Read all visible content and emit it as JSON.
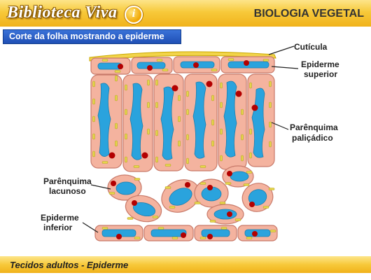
{
  "header": {
    "logo": "Biblioteca Viva",
    "info_symbol": "i",
    "section": "BIOLOGIA VEGETAL"
  },
  "subtitle": "Corte da folha mostrando a epiderme",
  "labels": {
    "cuticula": "Cutícula",
    "epid_sup_1": "Epiderme",
    "epid_sup_2": "superior",
    "palic_1": "Parênquima",
    "palic_2": "paliçádico",
    "lacun_1": "Parênquima",
    "lacun_2": "lacunoso",
    "epid_inf_1": "Epiderme",
    "epid_inf_2": "inferior"
  },
  "footer": "Tecidos adultos - Epiderme",
  "colors": {
    "cell_fill": "#f4b39f",
    "cell_border": "#c87a6a",
    "vacuole": "#2aa3dd",
    "nucleus": "#b30000",
    "chloroplast": "#e6d64a",
    "cuticle": "#f2d44a"
  }
}
